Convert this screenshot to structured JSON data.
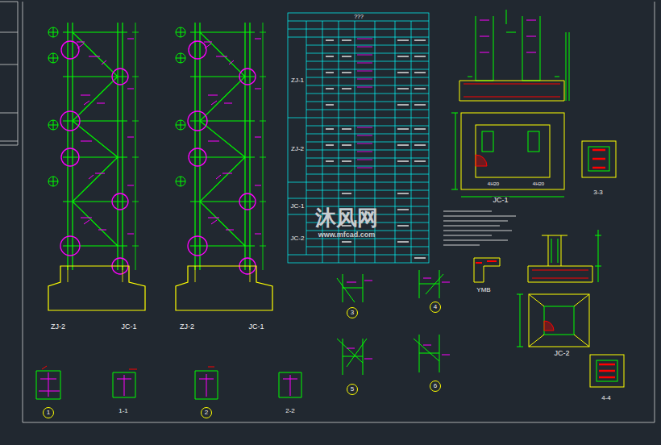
{
  "diagram": {
    "nodes": [
      {
        "text": [
          "1"
        ]
      },
      {
        "text": [
          "2"
        ]
      },
      {
        "text": [
          "3"
        ]
      },
      {
        "text": [
          "4"
        ]
      },
      {
        "text": [
          "5"
        ]
      },
      {
        "text": [
          "6"
        ]
      }
    ],
    "labels": [
      "ZJ-2",
      "JC-1",
      "ZJ-2",
      "JC-1",
      "???",
      "ZJ-1",
      "ZJ-2",
      "JC-1",
      "JC-2",
      "4H20",
      "4H20",
      "JC-1",
      "3-3",
      "YMB",
      "JC-2",
      "4-4",
      "1-1",
      "2-2",
      "沐风网",
      "www.mfcad.com"
    ]
  }
}
